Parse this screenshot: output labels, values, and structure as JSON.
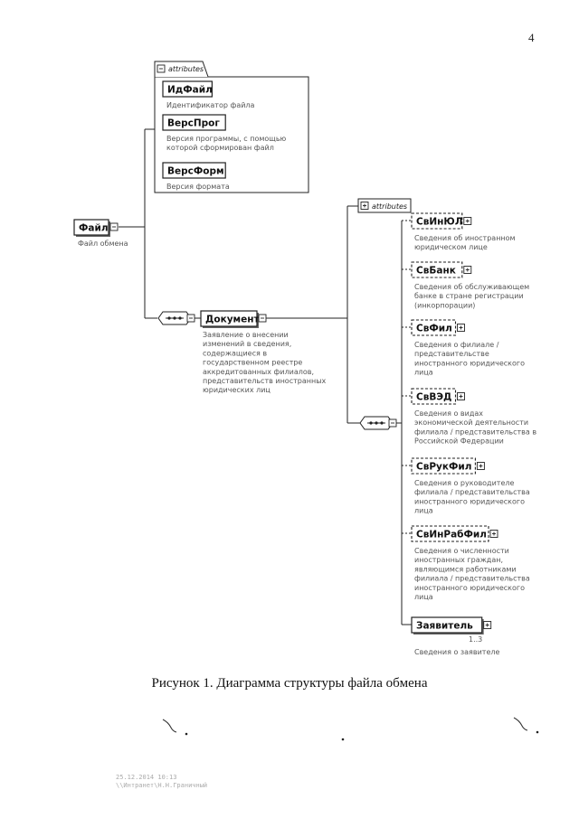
{
  "page_number": "4",
  "caption": "Рисунок 1. Диаграмма структуры файла обмена",
  "attributes_label": "attributes",
  "root": {
    "name": "Файл",
    "desc": "Файл обмена"
  },
  "file_attributes": [
    {
      "name": "ИдФайл",
      "desc": [
        "Идентификатор файла"
      ]
    },
    {
      "name": "ВерсПрог",
      "desc": [
        "Версия программы, с помощью",
        "которой сформирован файл"
      ]
    },
    {
      "name": "ВерсФорм",
      "desc": [
        "Версия формата"
      ]
    }
  ],
  "document": {
    "name": "Документ",
    "desc": [
      "Заявление о внесении",
      "изменений в сведения,",
      "содержащиеся в",
      "государственном реестре",
      "аккредитованных филиалов,",
      "представительств иностранных",
      "юридических лиц"
    ]
  },
  "children": [
    {
      "name": "СвИнЮЛ",
      "optional": true,
      "desc": [
        "Сведения об иностранном",
        "юридическом лице"
      ]
    },
    {
      "name": "СвБанк",
      "optional": true,
      "desc": [
        "Сведения об обслуживающем",
        "банке в стране регистрации",
        "(инкорпорации)"
      ]
    },
    {
      "name": "СвФил",
      "optional": true,
      "desc": [
        "Сведения о филиале /",
        "представительстве",
        "иностранного юридического",
        "лица"
      ]
    },
    {
      "name": "СвВЭД",
      "optional": true,
      "desc": [
        "Сведения о видах",
        "экономической деятельности",
        "филиала / представительства в",
        "Российской Федерации"
      ]
    },
    {
      "name": "СвРукФил",
      "optional": true,
      "desc": [
        "Сведения о руководителе",
        "филиала / представительства",
        "иностранного юридического",
        "лица"
      ]
    },
    {
      "name": "СвИнРабФил",
      "optional": true,
      "desc": [
        "Сведения о численности",
        "иностранных граждан,",
        "являющимся работниками",
        "филиала / представительства",
        "иностранного юридического",
        "лица"
      ]
    },
    {
      "name": "Заявитель",
      "optional": false,
      "cardinality": "1..3",
      "desc": [
        "Сведения о заявителе"
      ]
    }
  ],
  "footer": [
    "25.12.2014 10:13",
    "\\\\Интранет\\Н.Н.Граничный"
  ]
}
